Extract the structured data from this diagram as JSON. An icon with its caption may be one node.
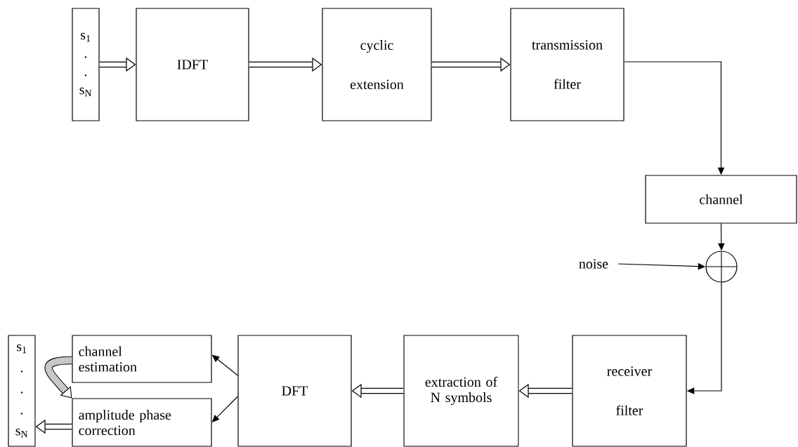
{
  "diagram": {
    "nodes": [
      {
        "text": [
          "s$_{1}$",
          ".",
          ".",
          "s$_{N}$"
        ]
      },
      {
        "text": [
          "IDFT"
        ]
      },
      {
        "text": [
          "cyclic extension"
        ]
      },
      {
        "text": [
          "transmission filter"
        ]
      },
      {
        "text": [
          "channel"
        ]
      },
      {
        "text": [],
        "shape": "circle"
      },
      {
        "text": [
          "noise"
        ]
      },
      {
        "text": [
          "receiver filter"
        ]
      },
      {
        "text": [
          "extraction of N symbols"
        ]
      },
      {
        "text": [
          "DFT"
        ]
      },
      {
        "text": [
          "channel estimation"
        ]
      },
      {
        "text": [
          "amplitude phase correction"
        ]
      },
      {
        "text": [
          "s$_{1}$",
          ".",
          ".",
          ".",
          "s$_{N}$"
        ]
      }
    ],
    "edges": [
      {
        "from": 0,
        "to": 1,
        "arrow": "to"
      },
      {
        "from": 1,
        "to": 2,
        "arrow": "to"
      },
      {
        "from": 2,
        "to": 3,
        "arrow": "to"
      },
      {
        "from": 3,
        "to": 4,
        "arrow": "to"
      },
      {
        "from": 4,
        "to": 5,
        "arrow": "to"
      },
      {
        "from": 6,
        "to": 5,
        "arrow": "to"
      },
      {
        "from": 5,
        "to": 7,
        "arrow": "to"
      },
      {
        "from": 7,
        "to": 8,
        "arrow": "to"
      },
      {
        "from": 8,
        "to": 9,
        "arrow": "to"
      },
      {
        "from": 9,
        "to": 10,
        "arrow": "to"
      },
      {
        "from": 9,
        "to": 11,
        "arrow": "to"
      },
      {
        "from": 11,
        "to": 12,
        "arrow": "to"
      },
      {
        "from": 10,
        "to": 11,
        "arrow": "to"
      }
    ]
  }
}
